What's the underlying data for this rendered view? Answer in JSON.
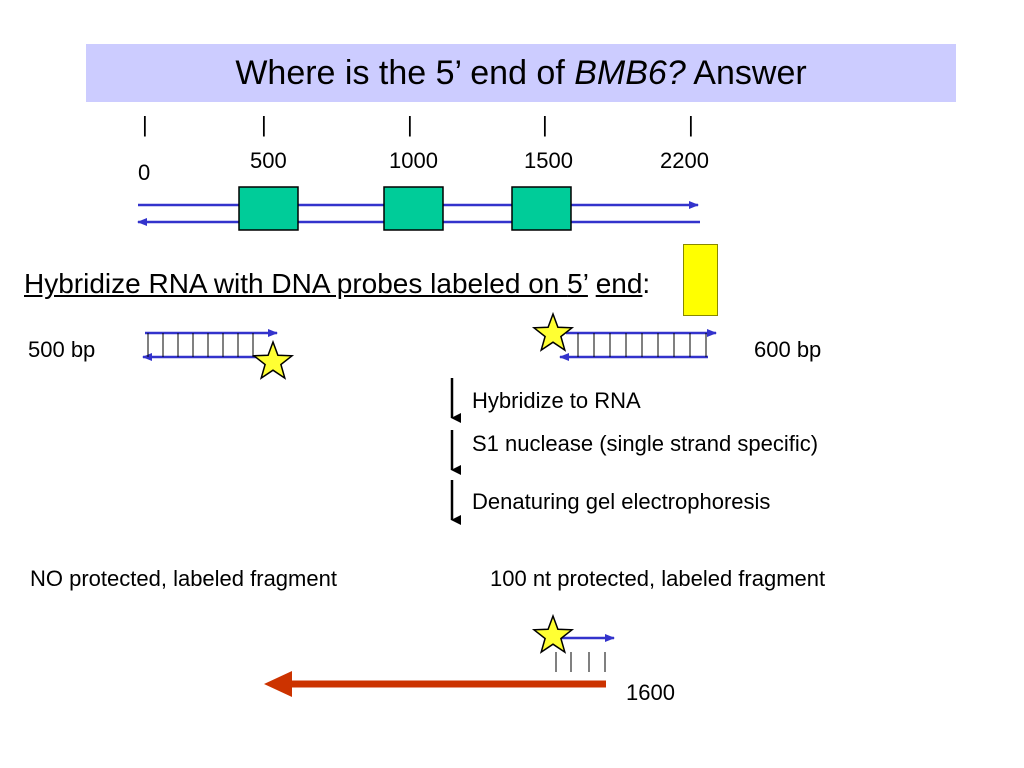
{
  "title": {
    "pre": "Where is the 5’ end of ",
    "gene": "BMB6?",
    "post": " Answer"
  },
  "map": {
    "tick_mark": "|",
    "positions": [
      "0",
      "500",
      "1000",
      "1500",
      "2200"
    ]
  },
  "instruction": {
    "underlined": "Hybridize RNA with DNA probes labeled on ",
    "highlight": "5’",
    "end_word": "end",
    "colon": ":"
  },
  "probes": {
    "left_label": "500 bp",
    "right_label": "600 bp"
  },
  "steps": [
    "Hybridize to RNA",
    "S1 nuclease (single strand specific)",
    "Denaturing gel electrophoresis"
  ],
  "results": {
    "left": "NO protected, labeled fragment",
    "right": "100 nt protected, labeled fragment"
  },
  "rna_position": "1600",
  "colors": {
    "title_bg": "#ccccff",
    "strand": "#3333cc",
    "exon": "#00cc99",
    "star": "#ffff33",
    "highlight": "#ffff00",
    "rna_arrow": "#cc3300"
  }
}
